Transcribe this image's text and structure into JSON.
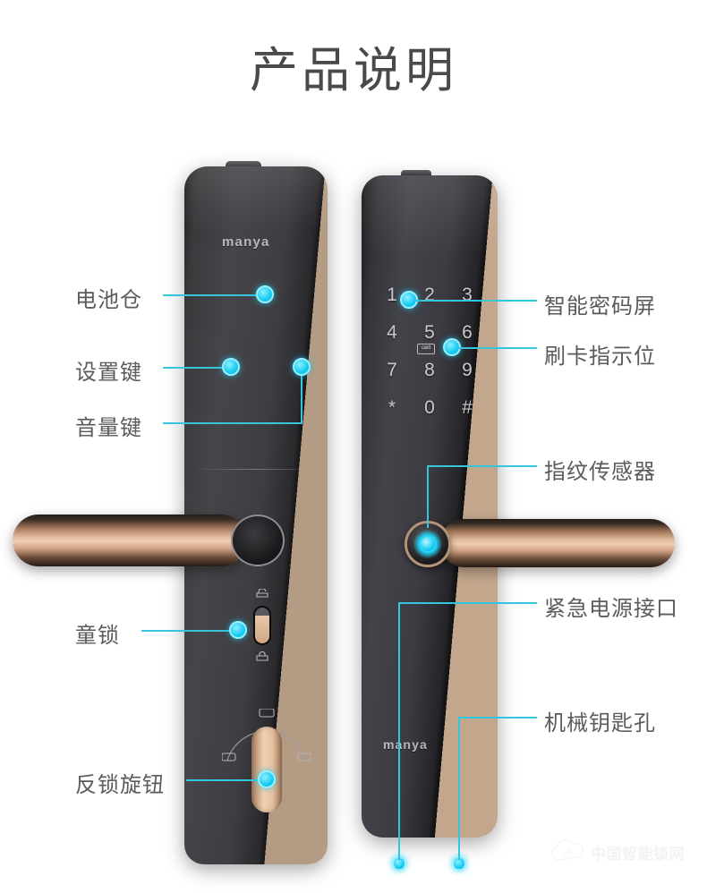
{
  "page": {
    "title": "产品说明"
  },
  "brand": {
    "logo_text": "manya"
  },
  "keypad": {
    "keys": [
      "1",
      "2",
      "3",
      "4",
      "5",
      "6",
      "7",
      "8",
      "9",
      "*",
      "0",
      "#"
    ],
    "card_icon_label": "card"
  },
  "callouts": {
    "left": [
      {
        "id": "battery-compartment",
        "label": "电池仓"
      },
      {
        "id": "setting-key",
        "label": "设置键"
      },
      {
        "id": "volume-key",
        "label": "音量键"
      },
      {
        "id": "child-lock",
        "label": "童锁"
      },
      {
        "id": "deadbolt-knob",
        "label": "反锁旋钮"
      }
    ],
    "right": [
      {
        "id": "smart-keypad-screen",
        "label": "智能密码屏"
      },
      {
        "id": "card-swipe-indicator",
        "label": "刷卡指示位"
      },
      {
        "id": "fingerprint-sensor",
        "label": "指纹传感器"
      },
      {
        "id": "emergency-power-port",
        "label": "紧急电源接口"
      },
      {
        "id": "mechanical-keyhole",
        "label": "机械钥匙孔"
      }
    ]
  },
  "watermark": {
    "text": "中国智能锁网"
  },
  "colors": {
    "accent": "#14ccf2",
    "leader_line": "#35c6de",
    "label_text": "#5b5b5b",
    "title_text": "#4a4a4a",
    "metal_gold": "#e3bda0",
    "body_dark": "#3a3a3d",
    "background": "#ffffff"
  }
}
